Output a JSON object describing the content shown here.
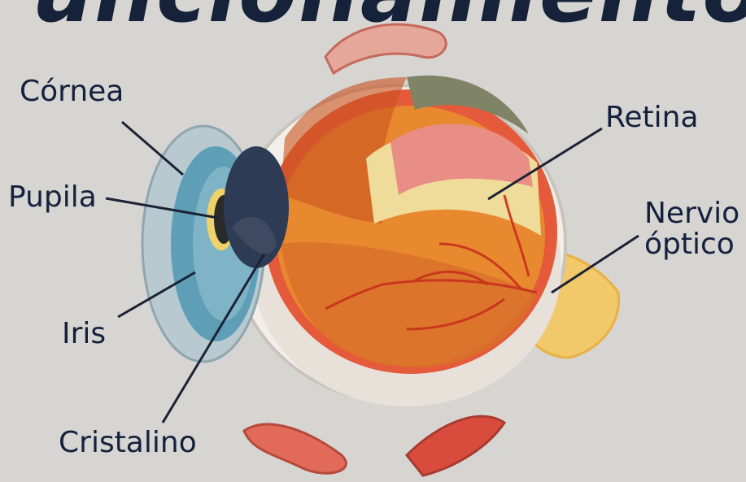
{
  "title": "uncionamiento",
  "labels": {
    "cornea": "Córnea",
    "pupila": "Pupila",
    "iris": "Iris",
    "cristalino": "Cristalino",
    "retina": "Retina",
    "nervio_line1": "Nervio",
    "nervio_line2": "óptico"
  },
  "colors": {
    "background": "#d7d5d2",
    "text": "#14213d",
    "sclera": "#f2efe9",
    "choroid": "#e55a3a",
    "vitreous": "#e8892f",
    "retina": "#f0dc9a",
    "iris": "#5f9eb7",
    "lens": "#2d3b55",
    "nerve": "#f2c96a"
  }
}
